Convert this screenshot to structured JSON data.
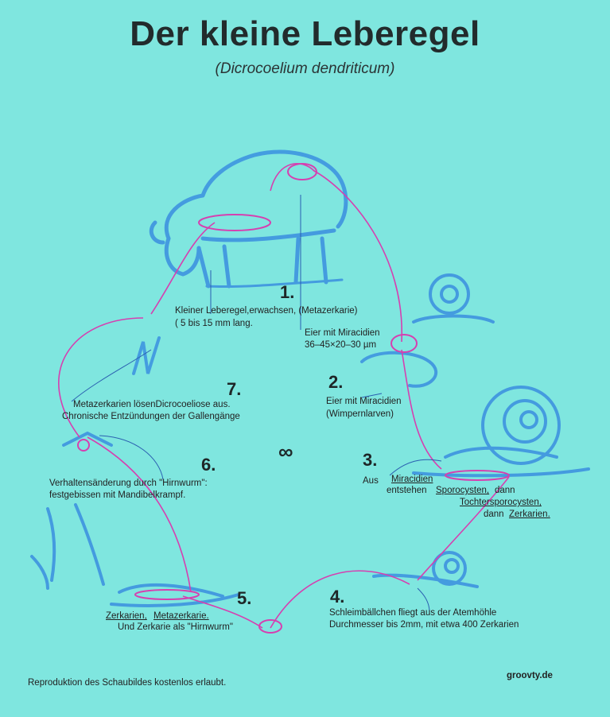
{
  "title": "Der kleine Leberegel",
  "subtitle": "(Dicrocoelium dendriticum)",
  "center_symbol": "∞",
  "steps": [
    {
      "number": "1.",
      "lines": [
        "Kleiner  Leberegel,erwachsen, (Metazerkarie)",
        "( 5 bis 15 mm lang.",
        "Eier mit Miracidien",
        "36–45×20–30 µm"
      ]
    },
    {
      "number": "2.",
      "lines": [
        "Eier mit  Miracidien",
        "(Wimpernlarven)"
      ]
    },
    {
      "number": "3.",
      "lines": [
        "Aus",
        "Miracidien",
        "entstehen",
        "Sporocysten,",
        "dann",
        "Tochtersporocysten,",
        "dann",
        "Zerkarien."
      ]
    },
    {
      "number": "4.",
      "lines": [
        "Schleimbällchen fliegt aus der   Atemhöhle",
        "Durchmesser bis 2mm, mit etwa 400 Zerkarien"
      ]
    },
    {
      "number": "5.",
      "lines": [
        "Zerkarien,",
        "Metazerkarie.",
        "Und  Zerkarie als  \"Hirnwurm\""
      ]
    },
    {
      "number": "6.",
      "lines": [
        "Verhaltensänderung durch  \"Hirnwurm\":",
        "festgebissen mit Mandibelkrampf."
      ]
    },
    {
      "number": "7.",
      "lines": [
        "Metazerkarien lösenDicrocoeliose aus.",
        "Chronische Entzündungen der Gallengänge"
      ]
    }
  ],
  "footer": {
    "note": "Reproduktion des Schaubildes kostenlos erlaubt.",
    "site": "groovty.de"
  },
  "colors": {
    "background": "#7fe6df",
    "drawing": "#3a8fe0",
    "cycle": "#d63fb0",
    "text": "#1f2a2b"
  }
}
